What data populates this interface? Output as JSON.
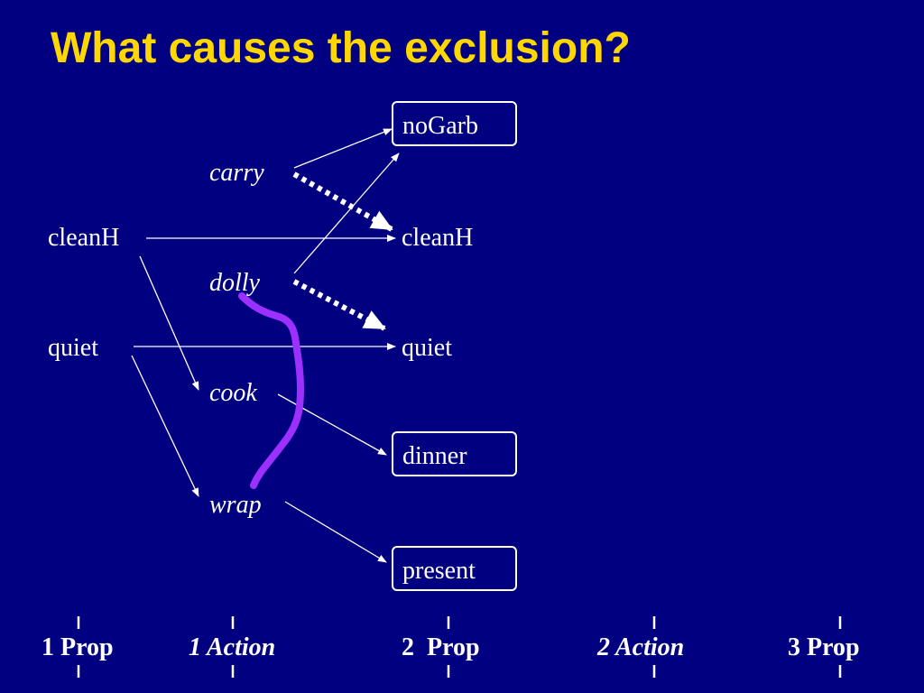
{
  "slide": {
    "title": "What causes the exclusion?"
  },
  "colors": {
    "background": "#000080",
    "title": "#FFD700",
    "text": "#FFFFFF",
    "mutex_marker": "#9B30FF"
  },
  "diagram": {
    "level0": {
      "cleanH": "cleanH",
      "quiet": "quiet"
    },
    "actions": {
      "carry": "carry",
      "dolly": "dolly",
      "cook": "cook",
      "wrap": "wrap"
    },
    "level1": {
      "noGarb": "noGarb",
      "cleanH": "cleanH",
      "quiet": "quiet",
      "dinner": "dinner",
      "present": "present"
    },
    "edges": [
      {
        "from": "carry",
        "to": "noGarb",
        "style": "solid"
      },
      {
        "from": "carry",
        "to": "cleanH",
        "style": "dotted",
        "meaning": "delete effect"
      },
      {
        "from": "cleanH",
        "to": "cleanH",
        "style": "solid"
      },
      {
        "from": "dolly",
        "to": "noGarb",
        "style": "solid"
      },
      {
        "from": "dolly",
        "to": "quiet",
        "style": "dotted",
        "meaning": "delete effect"
      },
      {
        "from": "quiet",
        "to": "quiet",
        "style": "solid"
      },
      {
        "from": "cleanH",
        "to": "cook",
        "style": "solid"
      },
      {
        "from": "quiet",
        "to": "wrap",
        "style": "solid"
      },
      {
        "from": "cook",
        "to": "dinner",
        "style": "solid"
      },
      {
        "from": "wrap",
        "to": "present",
        "style": "solid"
      }
    ]
  },
  "timeline": {
    "labels": [
      "1 Prop",
      "1 Action",
      "2  Prop",
      "2 Action",
      "3 Prop"
    ]
  }
}
